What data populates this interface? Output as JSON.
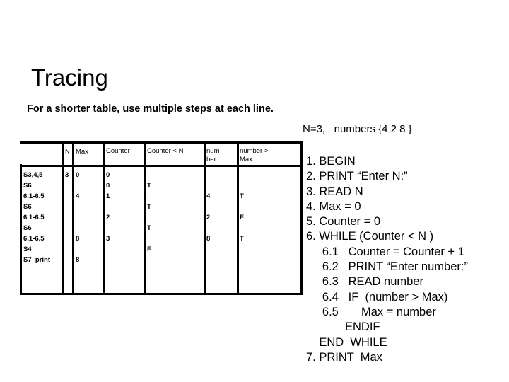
{
  "slide": {
    "title": "Tracing",
    "subtitle": "For a shorter table, use multiple steps at each line.",
    "inputs_note": "N=3,   numbers {4 2 8 }"
  },
  "table": {
    "headers": {
      "step": "",
      "n": "N",
      "max": "Max",
      "counter": "Counter",
      "counter_lt_n": "Counter < N",
      "number": "num\nber",
      "number_gt_max": "number >\nMax"
    },
    "rows": [
      {
        "step": "S3,4,5",
        "n": "3",
        "max": "0",
        "counter": "0",
        "counter_lt_n": "",
        "number": "",
        "number_gt_max": ""
      },
      {
        "step": "S6",
        "n": "",
        "max": "",
        "counter": "0",
        "counter_lt_n": "T",
        "number": "",
        "number_gt_max": ""
      },
      {
        "step": "6.1-6.5",
        "n": "",
        "max": "4",
        "counter": "1",
        "counter_lt_n": "",
        "number": "4",
        "number_gt_max": "T"
      },
      {
        "step": "S6",
        "n": "",
        "max": "",
        "counter": "",
        "counter_lt_n": "T",
        "number": "",
        "number_gt_max": ""
      },
      {
        "step": "6.1-6.5",
        "n": "",
        "max": "",
        "counter": "2",
        "counter_lt_n": "",
        "number": "2",
        "number_gt_max": "F"
      },
      {
        "step": "S6",
        "n": "",
        "max": "",
        "counter": "",
        "counter_lt_n": "T",
        "number": "",
        "number_gt_max": ""
      },
      {
        "step": "6.1-6.5",
        "n": "",
        "max": "8",
        "counter": "3",
        "counter_lt_n": "",
        "number": "8",
        "number_gt_max": "T"
      },
      {
        "step": "S4",
        "n": "",
        "max": "",
        "counter": "",
        "counter_lt_n": "F",
        "number": "",
        "number_gt_max": ""
      },
      {
        "step": "S7  print",
        "n": "",
        "max": "8",
        "counter": "",
        "counter_lt_n": "",
        "number": "",
        "number_gt_max": ""
      }
    ]
  },
  "algorithm": {
    "lines": [
      "1. BEGIN",
      "2. PRINT “Enter N:”",
      "3. READ N",
      "4. Max = 0",
      "5. Counter = 0",
      "6. WHILE (Counter < N )",
      "     6.1   Counter = Counter + 1",
      "     6.2   PRINT “Enter number:”",
      "     6.3   READ number",
      "     6.4   IF  (number > Max)",
      "     6.5       Max = number",
      "            ENDIF",
      "    END  WHILE",
      "7. PRINT  Max"
    ]
  }
}
